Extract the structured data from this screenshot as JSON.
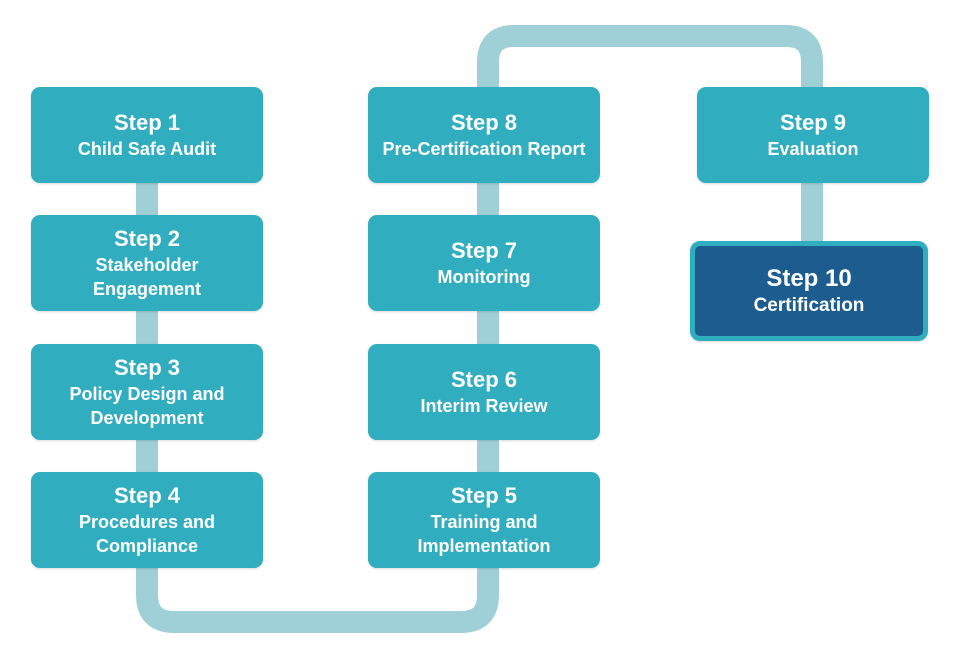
{
  "colors": {
    "step_fill": "#31adc0",
    "final_step_fill": "#1c5c8f",
    "connector": "#9fd0d8",
    "text": "#ffffff"
  },
  "steps": [
    {
      "num": "Step 1",
      "label": "Child Safe Audit"
    },
    {
      "num": "Step 2",
      "label": "Stakeholder Engagement"
    },
    {
      "num": "Step 3",
      "label": "Policy Design and Development"
    },
    {
      "num": "Step 4",
      "label": "Procedures and Compliance"
    },
    {
      "num": "Step 5",
      "label": "Training and Implementation"
    },
    {
      "num": "Step 6",
      "label": "Interim Review"
    },
    {
      "num": "Step 7",
      "label": "Monitoring"
    },
    {
      "num": "Step 8",
      "label": "Pre-Certification Report"
    },
    {
      "num": "Step 9",
      "label": "Evaluation"
    },
    {
      "num": "Step 10",
      "label": "Certification"
    }
  ]
}
